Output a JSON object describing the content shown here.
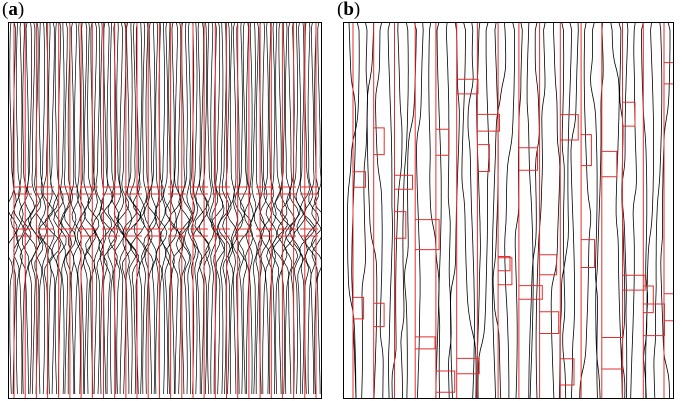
{
  "panels": [
    {
      "id": "a",
      "label_open": "(",
      "label_letter": "a",
      "label_close": ")"
    },
    {
      "id": "b",
      "label_open": "(",
      "label_letter": "b",
      "label_close": ")"
    }
  ],
  "colors": {
    "contour": "#000000",
    "grain_boundary": "#e03030",
    "frame": "#000000",
    "background": "#ffffff"
  }
}
